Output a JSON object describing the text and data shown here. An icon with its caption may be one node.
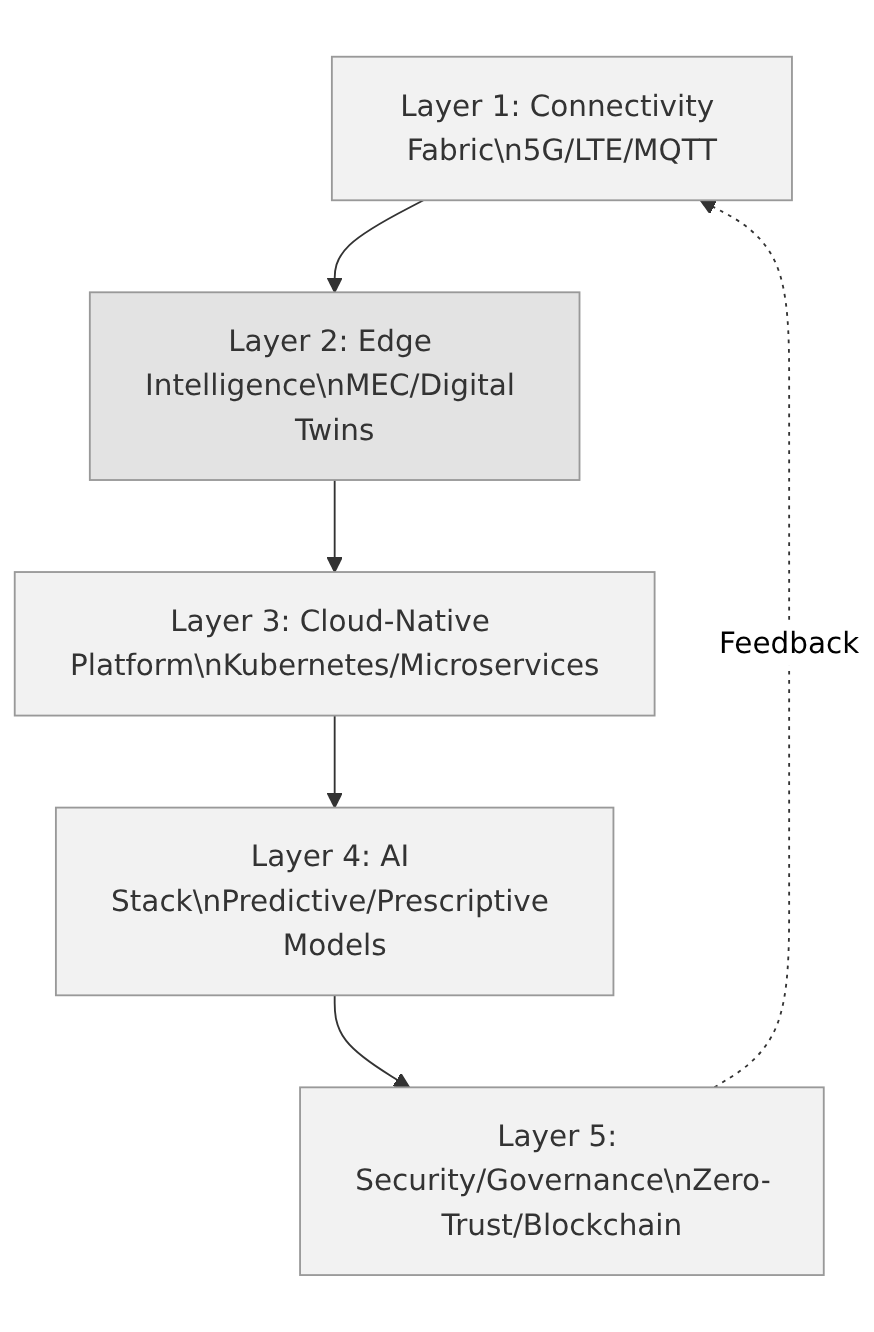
{
  "diagram": {
    "nodes": [
      {
        "text": [
          "Layer 1: Connectivity Fabric\\n5G/LTE/MQTT"
        ]
      },
      {
        "text": [
          "Layer 2: Edge Intelligence\\nMEC/Digital Twins"
        ]
      },
      {
        "text": [
          "Layer 3: Cloud-Native Platform\\nKubernetes/Microservices"
        ]
      },
      {
        "text": [
          "Layer 4: AI Stack\\nPredictive/Prescriptive Models"
        ]
      },
      {
        "text": [
          "Layer 5: Security/Governance\\nZero-Trust/Blockchain"
        ]
      }
    ],
    "edges": [
      {
        "from": 0,
        "to": 1,
        "arrow": "to"
      },
      {
        "from": 1,
        "to": 2,
        "arrow": "to"
      },
      {
        "from": 2,
        "to": 3,
        "arrow": "to"
      },
      {
        "from": 3,
        "to": 4,
        "arrow": "to"
      },
      {
        "from": 4,
        "to": 0,
        "arrow": "to",
        "label": "Feedback",
        "style": "dashed"
      }
    ]
  }
}
